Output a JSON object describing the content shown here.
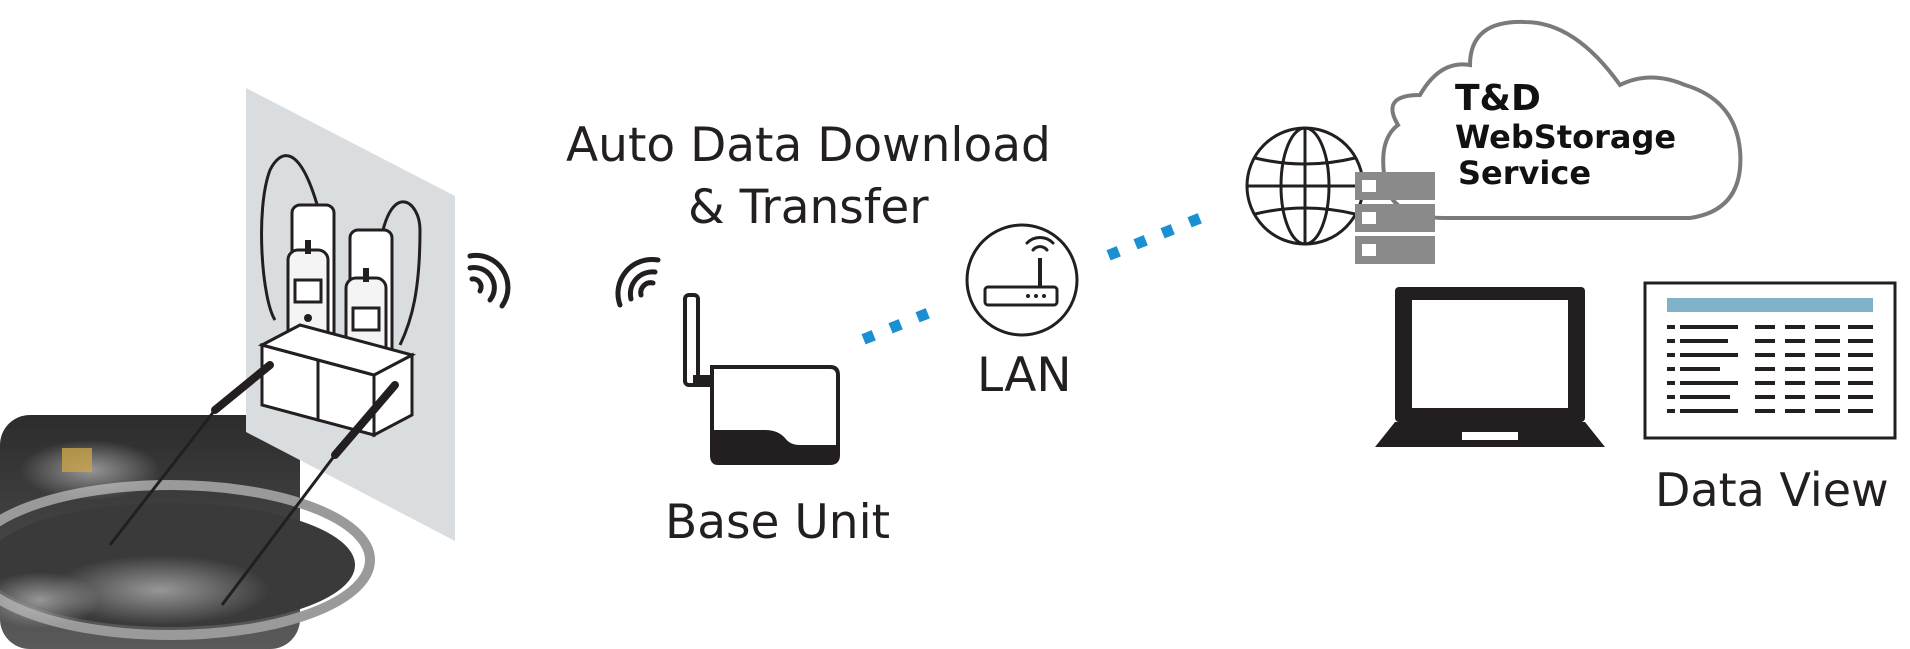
{
  "caption": {
    "line1": "Auto Data Download",
    "line2": "& Transfer"
  },
  "base_unit": {
    "label": "Base Unit"
  },
  "lan": {
    "label": "LAN"
  },
  "cloud": {
    "line1": "T&D",
    "line2": "WebStorage",
    "line3": "Service"
  },
  "data_view": {
    "label": "Data View"
  },
  "colors": {
    "dots": "#1a8fd1",
    "ink": "#231f20",
    "panel": "#d9dde0",
    "server": "#8a8a8a",
    "table_header": "#7fb1c8"
  },
  "icons": [
    "temperature-logger-icon",
    "wireless-signal-icon",
    "base-unit-icon",
    "router-icon",
    "globe-icon",
    "server-icon",
    "cloud-icon",
    "laptop-icon",
    "data-table-icon"
  ]
}
